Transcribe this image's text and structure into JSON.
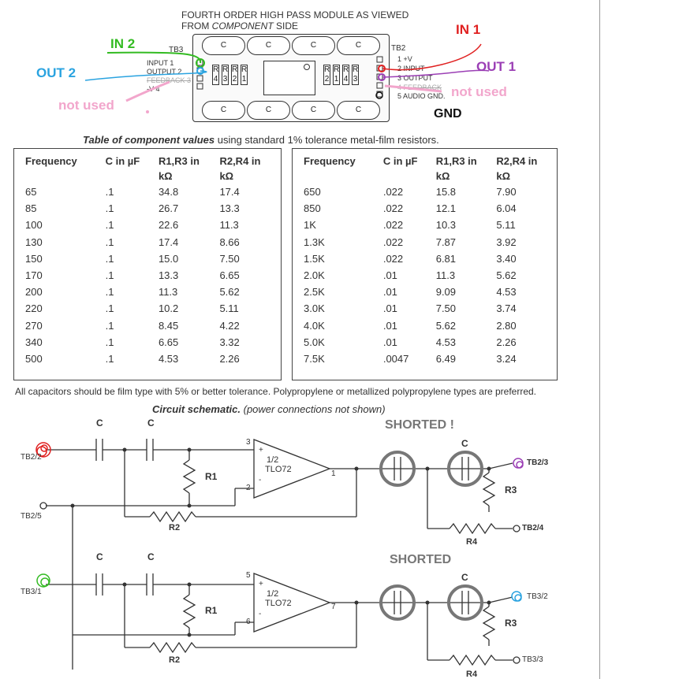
{
  "pcb": {
    "title_line1": "FOURTH ORDER HIGH PASS MODULE AS VIEWED",
    "title_line2_prefix": "FROM ",
    "title_line2_italic": "COMPONENT",
    "title_line2_suffix": " SIDE",
    "tb3": "TB3",
    "tb2": "TB2",
    "cap_label": "C",
    "resistor_letter": "R",
    "left_res_nums": [
      "4",
      "3",
      "2",
      "1"
    ],
    "right_res_nums": [
      "2",
      "1",
      "4",
      "3"
    ],
    "left_pins": [
      "INPUT 1",
      "OUTPUT 2",
      "FEEDBACK 3",
      "-V 4"
    ],
    "right_pins": [
      "1 +V",
      "2 INPUT",
      "3 OUTPUT",
      "4 FEEDBACK",
      "5 AUDIO GND."
    ]
  },
  "annotations": {
    "in2": "IN 2",
    "out2": "OUT 2",
    "not_used_left": "not used",
    "in1": "IN 1",
    "out1": "OUT 1",
    "not_used_right": "not used",
    "gnd": "GND",
    "shorted1": "SHORTED !",
    "shorted2": "SHORTED"
  },
  "colors": {
    "in2": "#33bb22",
    "out2": "#2aa3e0",
    "not_used": "#f2a6cc",
    "in1": "#e02020",
    "out1": "#9b3fb5",
    "gnd": "#111111",
    "shorted": "#777777"
  },
  "table_caption": {
    "bold": "Table of component values",
    "rest": " using standard 1% tolerance metal-film resistors."
  },
  "table_left": {
    "headers": [
      "Frequency",
      "C in µF",
      "R1,R3 in kΩ",
      "R2,R4 in kΩ"
    ],
    "rows": [
      [
        "65",
        ".1",
        "34.8",
        "17.4"
      ],
      [
        "85",
        ".1",
        "26.7",
        "13.3"
      ],
      [
        "100",
        ".1",
        "22.6",
        "11.3"
      ],
      [
        "130",
        ".1",
        "17.4",
        "8.66"
      ],
      [
        "150",
        ".1",
        "15.0",
        "7.50"
      ],
      [
        "170",
        ".1",
        "13.3",
        "6.65"
      ],
      [
        "200",
        ".1",
        "11.3",
        "5.62"
      ],
      [
        "220",
        ".1",
        "10.2",
        "5.11"
      ],
      [
        "270",
        ".1",
        "8.45",
        "4.22"
      ],
      [
        "340",
        ".1",
        "6.65",
        "3.32"
      ],
      [
        "500",
        ".1",
        "4.53",
        "2.26"
      ]
    ]
  },
  "table_right": {
    "headers": [
      "Frequency",
      "C in µF",
      "R1,R3 in kΩ",
      "R2,R4 in kΩ"
    ],
    "rows": [
      [
        "650",
        ".022",
        "15.8",
        "7.90"
      ],
      [
        "850",
        ".022",
        "12.1",
        "6.04"
      ],
      [
        "1K",
        ".022",
        "10.3",
        "5.11"
      ],
      [
        "1.3K",
        ".022",
        "7.87",
        "3.92"
      ],
      [
        "1.5K",
        ".022",
        "6.81",
        "3.40"
      ],
      [
        "2.0K",
        ".01",
        "11.3",
        "5.62"
      ],
      [
        "2.5K",
        ".01",
        "9.09",
        "4.53"
      ],
      [
        "3.0K",
        ".01",
        "7.50",
        "3.74"
      ],
      [
        "4.0K",
        ".01",
        "5.62",
        "2.80"
      ],
      [
        "5.0K",
        ".01",
        "4.53",
        "2.26"
      ],
      [
        "7.5K",
        ".0047",
        "6.49",
        "3.24"
      ]
    ]
  },
  "footnote": "All capacitors should be film type with 5% or better tolerance.  Polypropylene or metallized polypropylene types are preferred.",
  "schematic": {
    "title_bold": "Circuit schematic.",
    "title_rest": " (power connections not shown)",
    "c": "C",
    "r1": "R1",
    "r2": "R2",
    "r3": "R3",
    "r4": "R4",
    "half": "1/2",
    "opamp": "TLO72",
    "plus": "+",
    "minus": "-",
    "stage1": {
      "in_pin": "3",
      "fb_pin": "2",
      "out_pin": "1",
      "tb_in": "TB2/2",
      "tb_gnd": "TB2/5",
      "tb_out": "TB2/3",
      "tb_fb": "TB2/4"
    },
    "stage2": {
      "in_pin": "5",
      "fb_pin": "6",
      "out_pin": "7",
      "tb_in": "TB3/1",
      "tb_out": "TB3/2",
      "tb_fb": "TB3/3"
    }
  }
}
